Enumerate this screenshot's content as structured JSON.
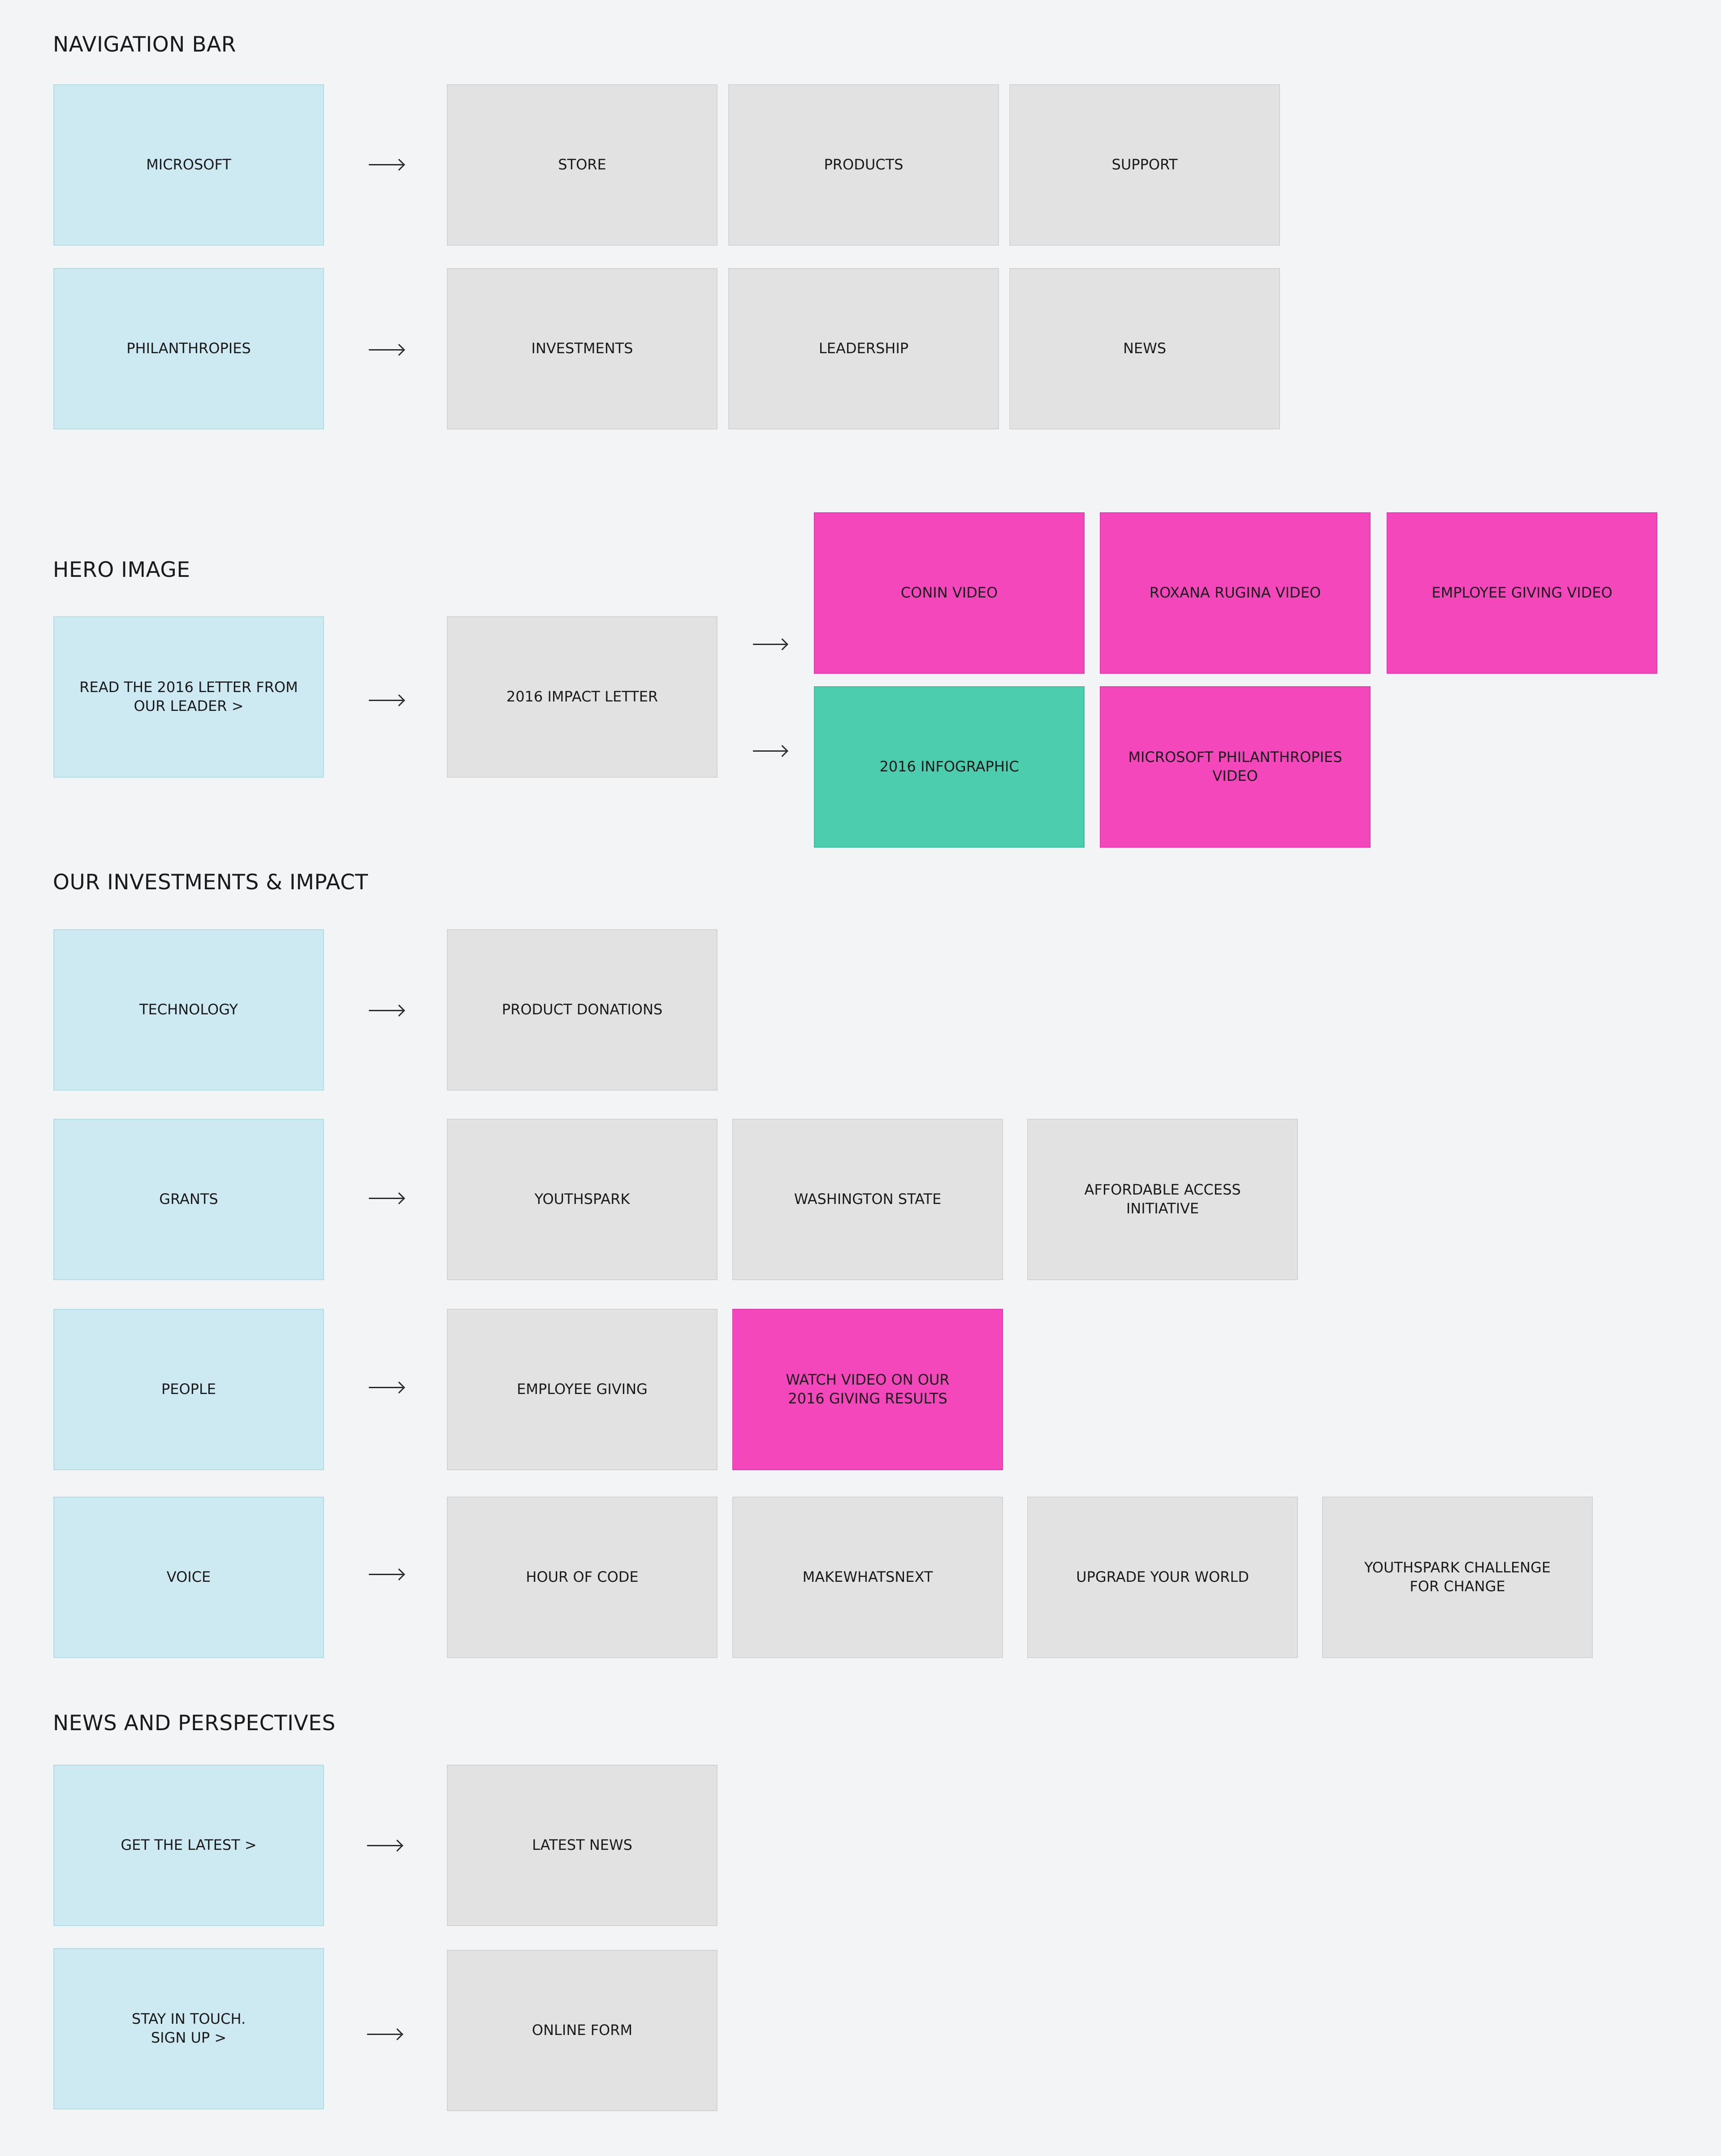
{
  "sections": {
    "navigation": {
      "title": "NAVIGATION BAR",
      "rows": [
        {
          "entry": "MICROSOFT",
          "targets": [
            "STORE",
            "PRODUCTS",
            "SUPPORT"
          ]
        },
        {
          "entry": "PHILANTHROPIES",
          "targets": [
            "INVESTMENTS",
            "LEADERSHIP",
            "NEWS"
          ]
        }
      ]
    },
    "hero": {
      "title": "HERO IMAGE",
      "entry": "READ THE 2016 LETTER FROM\nOUR LEADER >",
      "page": "2016 IMPACT LETTER",
      "videos_row1": [
        "CONIN VIDEO",
        "ROXANA RUGINA VIDEO",
        "EMPLOYEE GIVING VIDEO"
      ],
      "infographic": "2016 INFOGRAPHIC",
      "video_row2": "MICROSOFT PHILANTHROPIES\nVIDEO"
    },
    "investments": {
      "title": "OUR INVESTMENTS & IMPACT",
      "rows": [
        {
          "entry": "TECHNOLOGY",
          "targets": [
            "PRODUCT DONATIONS"
          ]
        },
        {
          "entry": "GRANTS",
          "targets": [
            "YOUTHSPARK",
            "WASHINGTON STATE",
            "AFFORDABLE ACCESS\nINITIATIVE"
          ]
        },
        {
          "entry": "PEOPLE",
          "targets": [
            "EMPLOYEE GIVING"
          ],
          "video": "WATCH VIDEO ON OUR\n2016 GIVING RESULTS"
        },
        {
          "entry": "VOICE",
          "targets": [
            "HOUR OF CODE",
            "MAKEWHATSNEXT",
            "UPGRADE YOUR WORLD",
            "YOUTHSPARK CHALLENGE\nFOR CHANGE"
          ]
        }
      ]
    },
    "news": {
      "title": "NEWS AND PERSPECTIVES",
      "rows": [
        {
          "entry": "GET THE LATEST >",
          "targets": [
            "LATEST NEWS"
          ]
        },
        {
          "entry": "STAY IN TOUCH.\nSIGN UP >",
          "targets": [
            "ONLINE FORM"
          ]
        }
      ]
    }
  },
  "colors": {
    "background": "#f3f4f6",
    "entry_box": "#cde9f1",
    "page_box": "#e2e2e2",
    "video_box": "#f347bb",
    "infographic_box": "#4ccdad"
  }
}
